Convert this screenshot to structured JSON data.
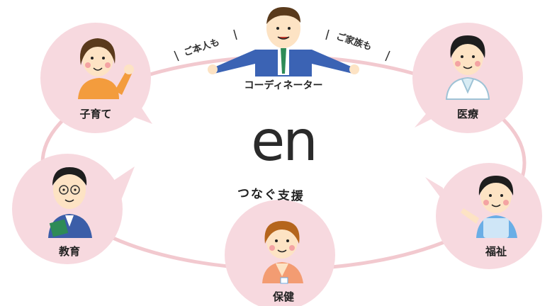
{
  "center": {
    "logo": "en",
    "tagline": "つなぐ支援"
  },
  "coordinator": {
    "label": "コーディネーター",
    "tag_left": "ご本人も",
    "tag_right": "ご家族も"
  },
  "nodes": [
    {
      "id": "childcare",
      "label": "子育て"
    },
    {
      "id": "medical",
      "label": "医療"
    },
    {
      "id": "welfare",
      "label": "福祉"
    },
    {
      "id": "health",
      "label": "保健"
    },
    {
      "id": "education",
      "label": "教育"
    }
  ],
  "colors": {
    "bubble": "#f7d9df",
    "ring": "#f2c9cf",
    "skin": "#fde3c4",
    "hair": "#5a3a1c",
    "suit": "#3b63b4"
  }
}
